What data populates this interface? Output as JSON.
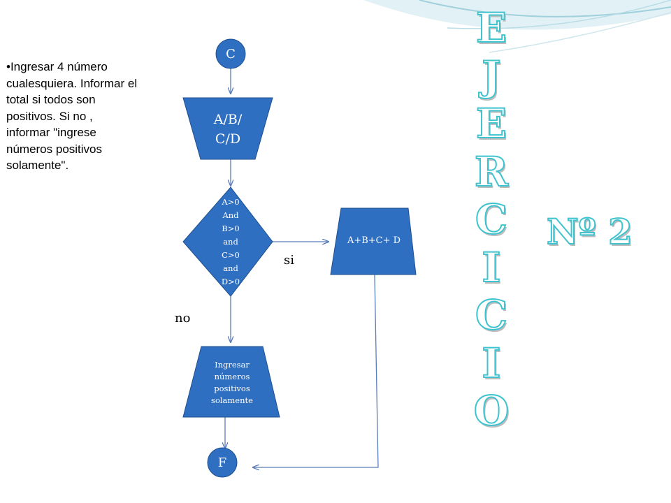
{
  "instructions": {
    "bullet": "•",
    "text": "Ingresar 4 número cualesquiera. Informar el total si todos son positivos. Si no , informar \"ingrese números positivos solamente\"."
  },
  "flowchart": {
    "start_label": "C",
    "input_label": "A/B/ C/D",
    "decision_lines": [
      "A>0",
      "And",
      "B>0",
      "and",
      "C>0",
      "and",
      "D>0"
    ],
    "output_sum_label": "A+B+C+ D",
    "output_message_label": "Ingresar números positivos solamente",
    "end_label": "F",
    "yes_label": "si",
    "no_label": "no"
  },
  "title": {
    "letters": [
      "E",
      "J",
      "E",
      "R",
      "C",
      "I",
      "C",
      "I",
      "O"
    ],
    "number": "Nº 2"
  },
  "colors": {
    "shape_fill": "#2f6fc1",
    "shape_stroke": "#1f4f8f",
    "arrow": "#5b7cb8",
    "title_outline": "#3fc3cf",
    "swoosh": "#b9dde6"
  }
}
